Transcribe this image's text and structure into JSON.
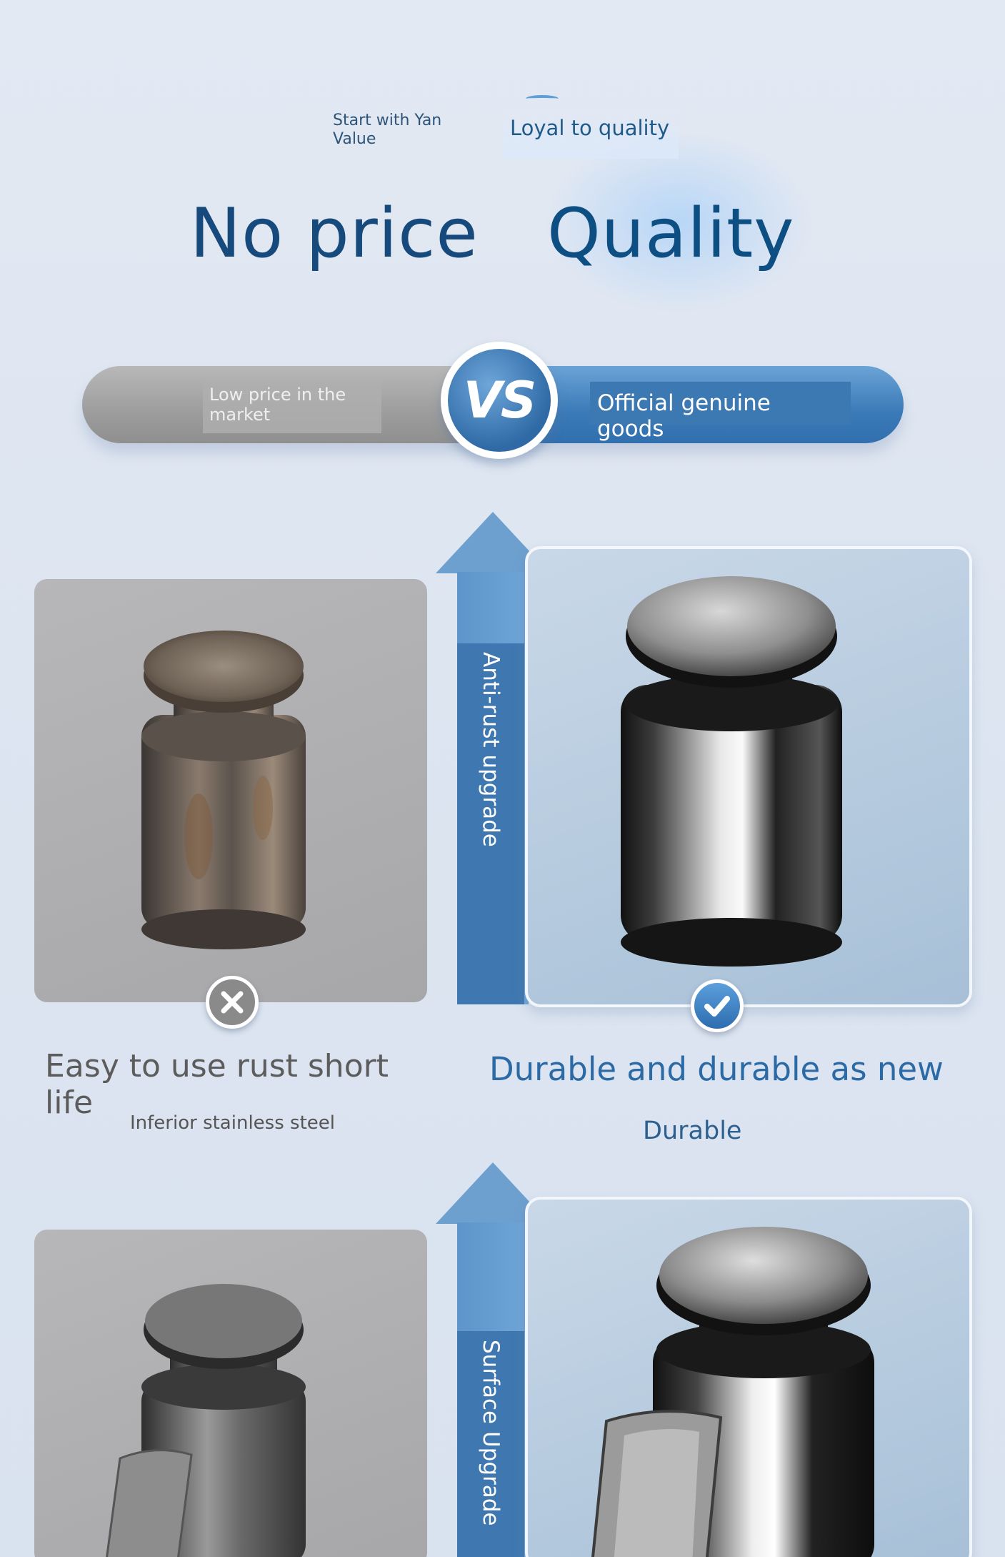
{
  "header": {
    "tag_small": "Start with Yan Value",
    "tag_loyal": "Loyal to quality",
    "big_left": "No price",
    "big_right": "Quality"
  },
  "compare_bar": {
    "left_label": "Low price in the market",
    "vs": "VS",
    "right_label": "Official genuine goods"
  },
  "section1": {
    "arrow_label": "Anti-rust upgrade",
    "left_title": "Easy to use rust short life",
    "left_sub": "Inferior stainless steel",
    "right_title": "Durable and durable as new",
    "right_sub": "Durable"
  },
  "section2": {
    "arrow_label": "Surface Upgrade"
  },
  "colors": {
    "accent_blue": "#3c79b3",
    "title_blue": "#174a7c",
    "gray_panel": "#b0b0b2"
  }
}
